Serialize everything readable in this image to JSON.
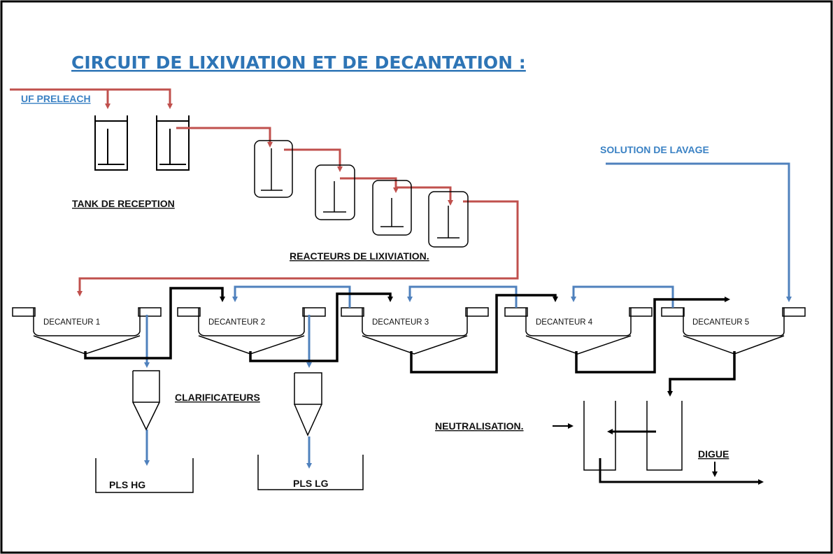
{
  "title": "CIRCUIT DE LIXIVIATION ET DE DECANTATION :",
  "inputs": {
    "uf_preleach": "UF PRELEACH",
    "solution_lavage": "SOLUTION DE LAVAGE"
  },
  "labels": {
    "tank_reception": "TANK DE RECEPTION",
    "reacteurs": "REACTEURS DE LIXIVIATION.",
    "clarificateurs": "CLARIFICATEURS",
    "neutralisation": "NEUTRALISATION.",
    "digue": "DIGUE",
    "pls_hg": "PLS HG",
    "pls_lg": "PLS LG"
  },
  "decanteurs": [
    "DECANTEUR 1",
    "DECANTEUR 2",
    "DECANTEUR 3",
    "DECANTEUR 4",
    "DECANTEUR 5"
  ],
  "colors": {
    "slurry": "#c0504d",
    "solution": "#4f81bd",
    "underflow": "#000000",
    "title": "#2e75b6"
  }
}
